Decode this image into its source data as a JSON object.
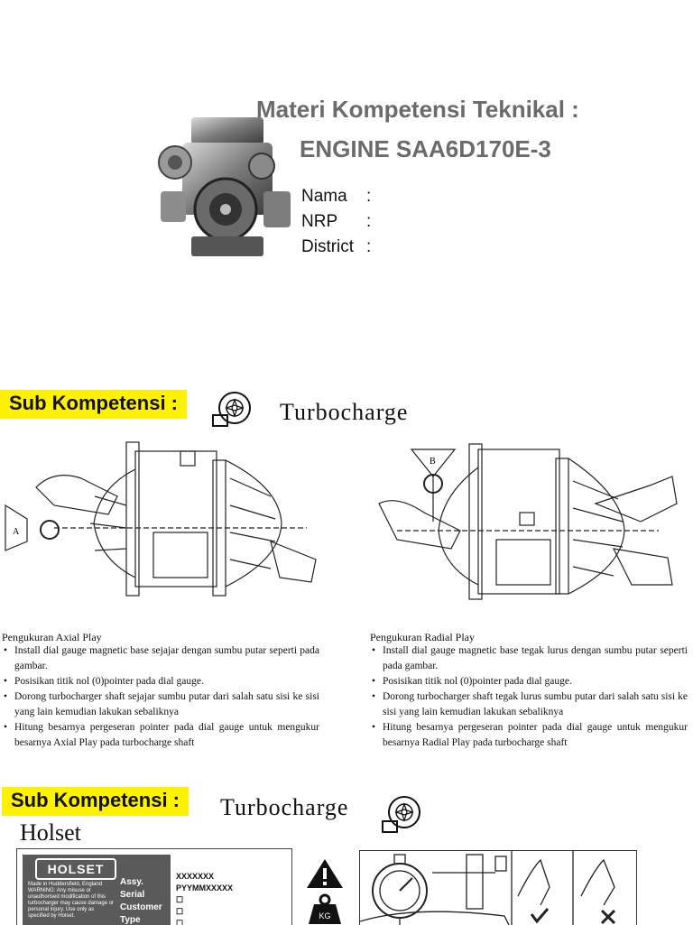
{
  "header": {
    "title_line1": "Materi Kompetensi Teknikal :",
    "title_line2": "ENGINE SAA6D170E-3",
    "fields": [
      {
        "label": "Nama",
        "sep": ":"
      },
      {
        "label": "NRP",
        "sep": ":"
      },
      {
        "label": "District",
        "sep": ":"
      }
    ]
  },
  "section1": {
    "banner": "Sub Kompetensi :",
    "topic": "Turbocharge",
    "left": {
      "caption": "Pengukuran Axial Play",
      "steps": [
        "Install dial gauge magnetic base sejajar dengan sumbu putar seperti pada gambar.",
        "Posisikan titik nol (0)pointer pada dial gauge.",
        "Dorong turbocharger shaft sejajar sumbu putar dari salah satu sisi ke sisi yang lain kemudian lakukan sebaliknya",
        "Hitung besarnya pergeseran pointer pada dial gauge untuk mengukur besarnya Axial Play pada turbocharge shaft"
      ],
      "marker": "A"
    },
    "right": {
      "caption": "Pengukuran Radial Play",
      "steps": [
        "Install dial gauge magnetic base tegak lurus dengan sumbu putar seperti pada gambar.",
        "Posisikan titik nol (0)pointer pada dial gauge.",
        "Dorong turbocharger shaft tegak lurus sumbu putar dari salah satu sisi ke sisi yang lain kemudian lakukan sebaliknya",
        "Hitung besarnya pergeseran pointer pada dial gauge untuk mengukur besarnya Radial Play pada turbocharge shaft"
      ],
      "marker": "B"
    }
  },
  "section2": {
    "banner": "Sub Kompetensi :",
    "topic": "Turbocharge",
    "subtopic": "Holset",
    "plate": {
      "logo": "HOLSET",
      "made_in": "Made in Huddersfield, England",
      "warning": "WARNING: Any misuse or unauthorised modification of this turbocharger may cause damage or personal injury. Use only as specified by Holset.",
      "field_labels": [
        "Assy.",
        "Serial",
        "Customer",
        "Type"
      ],
      "values": [
        "XXXXXXX",
        "PYYMMXXXXX"
      ]
    },
    "kg_label": "KG"
  }
}
